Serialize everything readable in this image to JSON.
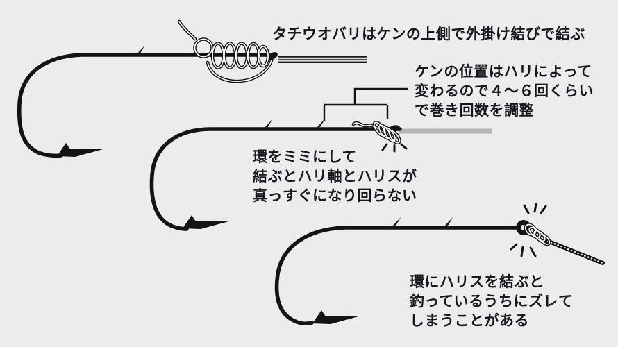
{
  "figure": {
    "annotations": {
      "top_knot": "タチウオバリはケンの上側で外掛け結びで結ぶ",
      "ken_position": "ケンの位置はハリによって\n変わるので４〜６回くらい\nで巻き回数を調整",
      "loop_as_ear": "環をミミにして\n結ぶとハリ軸とハリスが\n真っすぐになり回らない",
      "ring_tie": "環にハリスを結ぶと\n釣っているうちにズレて\nしまうことがある"
    },
    "colors": {
      "background": "#ececed",
      "ink": "#141414",
      "text": "#17171f",
      "leader_gray": "#b6b6b6",
      "doubled_line_fill": "#dcdcdc",
      "rope_fill": "#ffffff"
    }
  }
}
